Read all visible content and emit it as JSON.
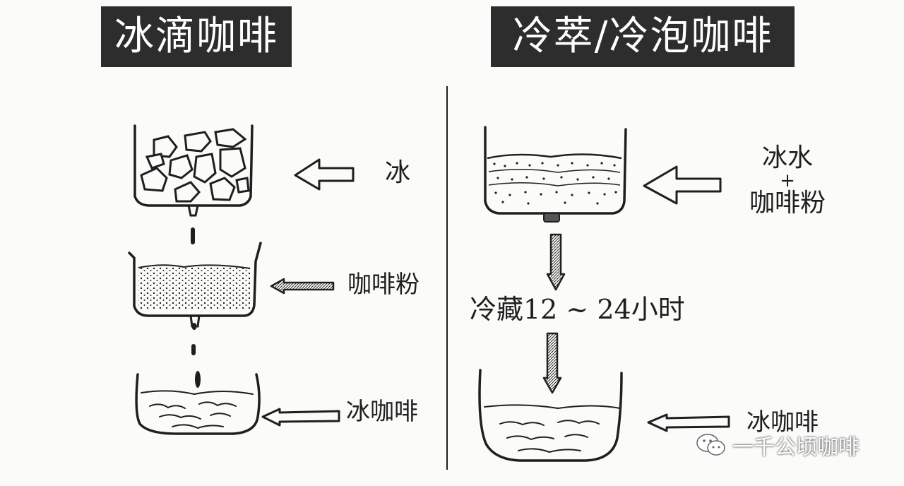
{
  "titles": {
    "left": "冰滴咖啡",
    "right": "冷萃/冷泡咖啡"
  },
  "left_process": {
    "top_label": "冰",
    "middle_label": "咖啡粉",
    "bottom_label": "冰咖啡"
  },
  "right_process": {
    "input_line1": "冰水",
    "input_plus": "+",
    "input_line2": "咖啡粉",
    "step_label": "冷藏12 ~ 24小时",
    "output_label": "冰咖啡"
  },
  "watermark": {
    "text": "一千公顷咖啡",
    "icon": "wechat-icon"
  },
  "colors": {
    "title_bg": "#2d2d2d",
    "title_text": "#ffffff",
    "ink": "#1f1f1f",
    "paper": "#fbfbf9"
  }
}
